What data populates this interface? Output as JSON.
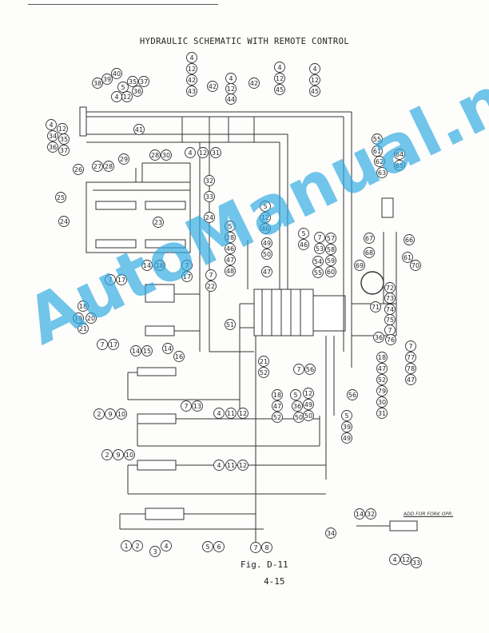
{
  "document": {
    "title": "HYDRAULIC SCHEMATIC WITH REMOTE CONTROL",
    "figure": "Fig. D-11",
    "page_number": "4-15",
    "note": "ADD FOR FORK OPR."
  },
  "watermark": {
    "text": "AutoManual.net",
    "color": "#2ea8e2"
  },
  "balloons": [
    {
      "n": "4"
    },
    {
      "n": "12"
    },
    {
      "n": "42"
    },
    {
      "n": "43"
    },
    {
      "n": "42"
    },
    {
      "n": "4"
    },
    {
      "n": "12"
    },
    {
      "n": "44"
    },
    {
      "n": "42"
    },
    {
      "n": "4"
    },
    {
      "n": "12"
    },
    {
      "n": "45"
    },
    {
      "n": "4"
    },
    {
      "n": "12"
    },
    {
      "n": "45"
    },
    {
      "n": "38"
    },
    {
      "n": "39"
    },
    {
      "n": "40"
    },
    {
      "n": "5"
    },
    {
      "n": "35"
    },
    {
      "n": "37"
    },
    {
      "n": "4"
    },
    {
      "n": "12"
    },
    {
      "n": "36"
    },
    {
      "n": "4"
    },
    {
      "n": "12"
    },
    {
      "n": "34"
    },
    {
      "n": "35"
    },
    {
      "n": "36"
    },
    {
      "n": "37"
    },
    {
      "n": "41"
    },
    {
      "n": "28"
    },
    {
      "n": "30"
    },
    {
      "n": "4"
    },
    {
      "n": "12"
    },
    {
      "n": "31"
    },
    {
      "n": "29"
    },
    {
      "n": "26"
    },
    {
      "n": "27"
    },
    {
      "n": "28"
    },
    {
      "n": "32"
    },
    {
      "n": "33"
    },
    {
      "n": "25"
    },
    {
      "n": "24"
    },
    {
      "n": "23"
    },
    {
      "n": "24"
    },
    {
      "n": "55"
    },
    {
      "n": "61"
    },
    {
      "n": "62"
    },
    {
      "n": "63"
    },
    {
      "n": "64"
    },
    {
      "n": "65"
    },
    {
      "n": "67"
    },
    {
      "n": "66"
    },
    {
      "n": "68"
    },
    {
      "n": "69"
    },
    {
      "n": "61"
    },
    {
      "n": "70"
    },
    {
      "n": "72"
    },
    {
      "n": "73"
    },
    {
      "n": "74"
    },
    {
      "n": "75"
    },
    {
      "n": "71"
    },
    {
      "n": "7"
    },
    {
      "n": "5"
    },
    {
      "n": "12"
    },
    {
      "n": "46"
    },
    {
      "n": "5"
    },
    {
      "n": "28"
    },
    {
      "n": "46"
    },
    {
      "n": "47"
    },
    {
      "n": "48"
    },
    {
      "n": "49"
    },
    {
      "n": "50"
    },
    {
      "n": "5"
    },
    {
      "n": "46"
    },
    {
      "n": "7"
    },
    {
      "n": "53"
    },
    {
      "n": "57"
    },
    {
      "n": "58"
    },
    {
      "n": "59"
    },
    {
      "n": "60"
    },
    {
      "n": "54"
    },
    {
      "n": "55"
    },
    {
      "n": "47"
    },
    {
      "n": "14"
    },
    {
      "n": "16"
    },
    {
      "n": "7"
    },
    {
      "n": "17"
    },
    {
      "n": "7"
    },
    {
      "n": "22"
    },
    {
      "n": "7"
    },
    {
      "n": "17"
    },
    {
      "n": "18"
    },
    {
      "n": "19"
    },
    {
      "n": "20"
    },
    {
      "n": "21"
    },
    {
      "n": "7"
    },
    {
      "n": "17"
    },
    {
      "n": "14"
    },
    {
      "n": "16"
    },
    {
      "n": "51"
    },
    {
      "n": "21"
    },
    {
      "n": "52"
    },
    {
      "n": "36"
    },
    {
      "n": "76"
    },
    {
      "n": "7"
    },
    {
      "n": "77"
    },
    {
      "n": "78"
    },
    {
      "n": "47"
    },
    {
      "n": "18"
    },
    {
      "n": "47"
    },
    {
      "n": "52"
    },
    {
      "n": "79"
    },
    {
      "n": "30"
    },
    {
      "n": "31"
    },
    {
      "n": "7"
    },
    {
      "n": "56"
    },
    {
      "n": "56"
    },
    {
      "n": "18"
    },
    {
      "n": "47"
    },
    {
      "n": "52"
    },
    {
      "n": "5"
    },
    {
      "n": "36"
    },
    {
      "n": "50"
    },
    {
      "n": "12"
    },
    {
      "n": "49"
    },
    {
      "n": "50"
    },
    {
      "n": "14"
    },
    {
      "n": "15"
    },
    {
      "n": "7"
    },
    {
      "n": "13"
    },
    {
      "n": "2"
    },
    {
      "n": "9"
    },
    {
      "n": "10"
    },
    {
      "n": "4"
    },
    {
      "n": "11"
    },
    {
      "n": "12"
    },
    {
      "n": "5"
    },
    {
      "n": "39"
    },
    {
      "n": "49"
    },
    {
      "n": "2"
    },
    {
      "n": "9"
    },
    {
      "n": "10"
    },
    {
      "n": "4"
    },
    {
      "n": "11"
    },
    {
      "n": "12"
    },
    {
      "n": "1"
    },
    {
      "n": "2"
    },
    {
      "n": "3"
    },
    {
      "n": "4"
    },
    {
      "n": "5"
    },
    {
      "n": "6"
    },
    {
      "n": "7"
    },
    {
      "n": "8"
    },
    {
      "n": "14"
    },
    {
      "n": "32"
    },
    {
      "n": "34"
    },
    {
      "n": "4"
    },
    {
      "n": "12"
    },
    {
      "n": "33"
    }
  ]
}
